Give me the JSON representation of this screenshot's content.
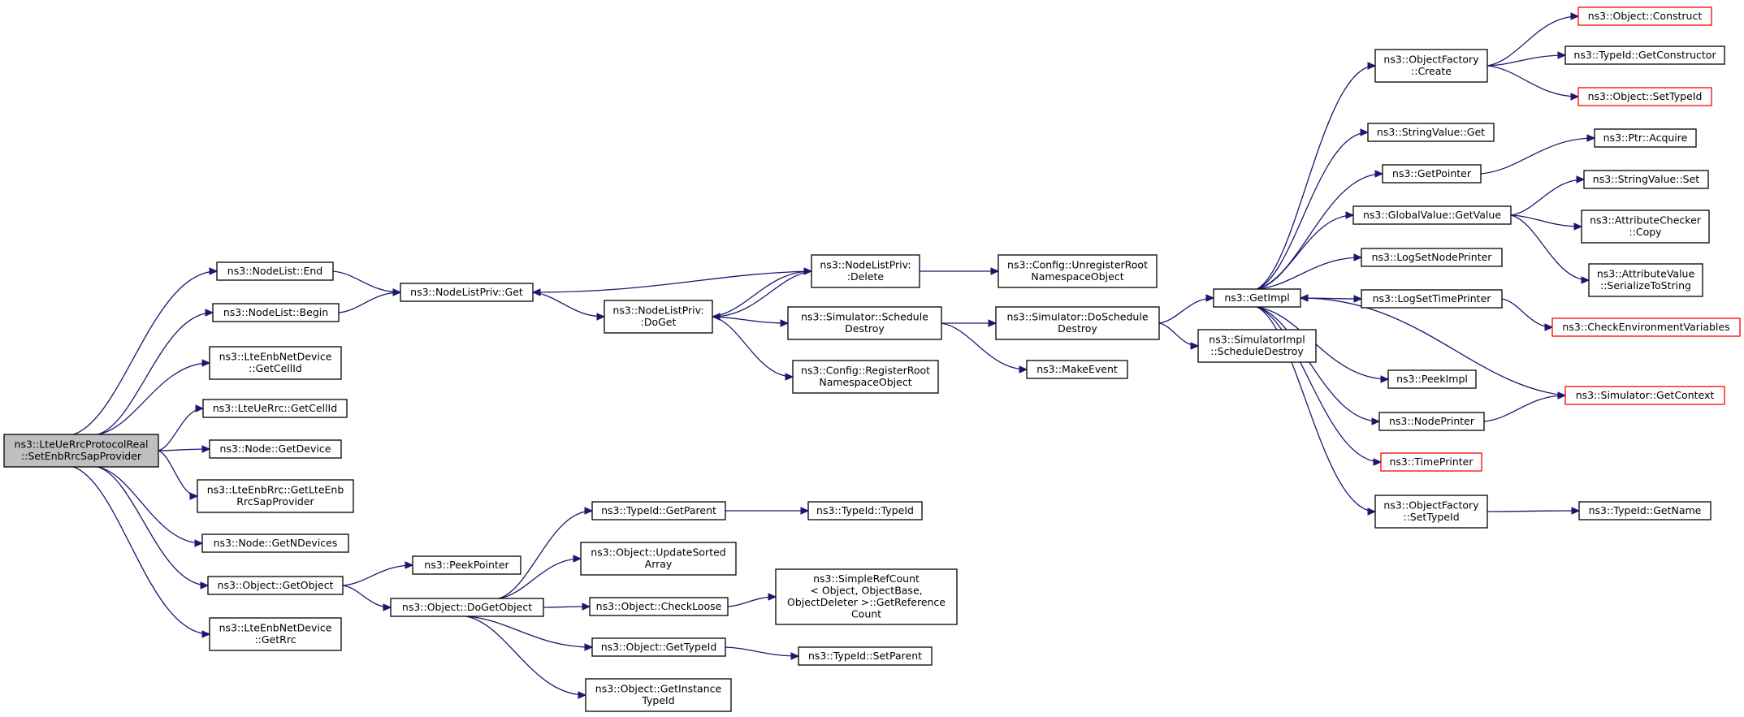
{
  "colors": {
    "edge": "#191970",
    "node_border": "#000000",
    "node_border_truncated": "#ff0000",
    "root_fill": "#bfbfbf"
  },
  "nodes": [
    {
      "id": "root",
      "lines": [
        "ns3::LteUeRrcProtocolReal",
        "::SetEnbRrcSapProvider"
      ],
      "style": "root"
    },
    {
      "id": "nl_end",
      "lines": [
        "ns3::NodeList::End"
      ]
    },
    {
      "id": "nl_begin",
      "lines": [
        "ns3::NodeList::Begin"
      ]
    },
    {
      "id": "enb_cellid",
      "lines": [
        "ns3::LteEnbNetDevice",
        "::GetCellId"
      ]
    },
    {
      "id": "uerrc_cellid",
      "lines": [
        "ns3::LteUeRrc::GetCellId"
      ]
    },
    {
      "id": "node_getdevice",
      "lines": [
        "ns3::Node::GetDevice"
      ]
    },
    {
      "id": "enbrrc_getsap",
      "lines": [
        "ns3::LteEnbRrc::GetLteEnb",
        "RrcSapProvider"
      ]
    },
    {
      "id": "node_getndev",
      "lines": [
        "ns3::Node::GetNDevices"
      ]
    },
    {
      "id": "obj_getobject",
      "lines": [
        "ns3::Object::GetObject"
      ]
    },
    {
      "id": "enb_getrrc",
      "lines": [
        "ns3::LteEnbNetDevice",
        "::GetRrc"
      ]
    },
    {
      "id": "nlp_get",
      "lines": [
        "ns3::NodeListPriv::Get"
      ]
    },
    {
      "id": "peekpointer",
      "lines": [
        "ns3::PeekPointer"
      ]
    },
    {
      "id": "obj_dogetobject",
      "lines": [
        "ns3::Object::DoGetObject"
      ]
    },
    {
      "id": "nlp_doget",
      "lines": [
        "ns3::NodeListPriv:",
        ":DoGet"
      ]
    },
    {
      "id": "nlp_delete",
      "lines": [
        "ns3::NodeListPriv:",
        ":Delete"
      ]
    },
    {
      "id": "sim_schedule_destroy",
      "lines": [
        "ns3::Simulator::Schedule",
        "Destroy"
      ]
    },
    {
      "id": "cfg_register",
      "lines": [
        "ns3::Config::RegisterRoot",
        "NamespaceObject"
      ]
    },
    {
      "id": "cfg_unregister",
      "lines": [
        "ns3::Config::UnregisterRoot",
        "NamespaceObject"
      ]
    },
    {
      "id": "sim_doschedule_destroy",
      "lines": [
        "ns3::Simulator::DoSchedule",
        "Destroy"
      ]
    },
    {
      "id": "makeevent",
      "lines": [
        "ns3::MakeEvent"
      ]
    },
    {
      "id": "getimpl",
      "lines": [
        "ns3::GetImpl"
      ]
    },
    {
      "id": "simimpl_sd",
      "lines": [
        "ns3::SimulatorImpl",
        "::ScheduleDestroy"
      ]
    },
    {
      "id": "tid_getparent",
      "lines": [
        "ns3::TypeId::GetParent"
      ]
    },
    {
      "id": "tid_typeid",
      "lines": [
        "ns3::TypeId::TypeId"
      ]
    },
    {
      "id": "obj_updatesorted",
      "lines": [
        "ns3::Object::UpdateSorted",
        "Array"
      ]
    },
    {
      "id": "obj_checkloose",
      "lines": [
        "ns3::Object::CheckLoose"
      ]
    },
    {
      "id": "simplerefcount",
      "lines": [
        "ns3::SimpleRefCount",
        "< Object, ObjectBase,",
        " ObjectDeleter >::GetReference",
        "Count"
      ]
    },
    {
      "id": "obj_gettypeid",
      "lines": [
        "ns3::Object::GetTypeId"
      ]
    },
    {
      "id": "tid_setparent",
      "lines": [
        "ns3::TypeId::SetParent"
      ]
    },
    {
      "id": "obj_getinstance",
      "lines": [
        "ns3::Object::GetInstance",
        "TypeId"
      ]
    },
    {
      "id": "of_create",
      "lines": [
        "ns3::ObjectFactory",
        "::Create"
      ]
    },
    {
      "id": "obj_construct",
      "lines": [
        "ns3::Object::Construct"
      ],
      "style": "red"
    },
    {
      "id": "tid_getconstructor",
      "lines": [
        "ns3::TypeId::GetConstructor"
      ]
    },
    {
      "id": "obj_settypeid",
      "lines": [
        "ns3::Object::SetTypeId"
      ],
      "style": "red"
    },
    {
      "id": "stringvalue_get",
      "lines": [
        "ns3::StringValue::Get"
      ]
    },
    {
      "id": "getpointer",
      "lines": [
        "ns3::GetPointer"
      ]
    },
    {
      "id": "ptr_acquire",
      "lines": [
        "ns3::Ptr::Acquire"
      ]
    },
    {
      "id": "gv_getvalue",
      "lines": [
        "ns3::GlobalValue::GetValue"
      ]
    },
    {
      "id": "stringvalue_set",
      "lines": [
        "ns3::StringValue::Set"
      ]
    },
    {
      "id": "attrchecker_copy",
      "lines": [
        "ns3::AttributeChecker",
        "::Copy"
      ]
    },
    {
      "id": "attrvalue_ser",
      "lines": [
        "ns3::AttributeValue",
        "::SerializeToString"
      ]
    },
    {
      "id": "logsetnodeprinter",
      "lines": [
        "ns3::LogSetNodePrinter"
      ]
    },
    {
      "id": "logsettimeprinter",
      "lines": [
        "ns3::LogSetTimePrinter"
      ]
    },
    {
      "id": "checkenv",
      "lines": [
        "ns3::CheckEnvironmentVariables"
      ],
      "style": "red"
    },
    {
      "id": "peekimpl",
      "lines": [
        "ns3::PeekImpl"
      ]
    },
    {
      "id": "sim_getcontext",
      "lines": [
        "ns3::Simulator::GetContext"
      ],
      "style": "red"
    },
    {
      "id": "nodeprinter",
      "lines": [
        "ns3::NodePrinter"
      ]
    },
    {
      "id": "timeprinter",
      "lines": [
        "ns3::TimePrinter"
      ],
      "style": "red"
    },
    {
      "id": "of_settypeid",
      "lines": [
        "ns3::ObjectFactory",
        "::SetTypeId"
      ]
    },
    {
      "id": "tid_getname",
      "lines": [
        "ns3::TypeId::GetName"
      ]
    }
  ],
  "edges": [
    [
      "root",
      "nl_end"
    ],
    [
      "root",
      "nl_begin"
    ],
    [
      "root",
      "enb_cellid"
    ],
    [
      "root",
      "uerrc_cellid"
    ],
    [
      "root",
      "node_getdevice"
    ],
    [
      "root",
      "enbrrc_getsap"
    ],
    [
      "root",
      "node_getndev"
    ],
    [
      "root",
      "obj_getobject"
    ],
    [
      "root",
      "enb_getrrc"
    ],
    [
      "nl_end",
      "nlp_get"
    ],
    [
      "nl_begin",
      "nlp_get"
    ],
    [
      "obj_getobject",
      "peekpointer"
    ],
    [
      "obj_getobject",
      "obj_dogetobject"
    ],
    [
      "nlp_get",
      "nlp_doget"
    ],
    [
      "nlp_delete",
      "nlp_get"
    ],
    [
      "nlp_doget",
      "nlp_delete"
    ],
    [
      "nlp_delete",
      "nlp_doget"
    ],
    [
      "nlp_doget",
      "sim_schedule_destroy"
    ],
    [
      "nlp_doget",
      "cfg_register"
    ],
    [
      "nlp_delete",
      "cfg_unregister"
    ],
    [
      "sim_schedule_destroy",
      "sim_doschedule_destroy"
    ],
    [
      "sim_schedule_destroy",
      "makeevent"
    ],
    [
      "sim_doschedule_destroy",
      "getimpl"
    ],
    [
      "sim_doschedule_destroy",
      "simimpl_sd"
    ],
    [
      "obj_dogetobject",
      "tid_getparent"
    ],
    [
      "obj_dogetobject",
      "obj_updatesorted"
    ],
    [
      "obj_dogetobject",
      "obj_checkloose"
    ],
    [
      "obj_dogetobject",
      "obj_gettypeid"
    ],
    [
      "obj_dogetobject",
      "obj_getinstance"
    ],
    [
      "tid_getparent",
      "tid_typeid"
    ],
    [
      "obj_checkloose",
      "simplerefcount"
    ],
    [
      "obj_gettypeid",
      "tid_setparent"
    ],
    [
      "getimpl",
      "of_create"
    ],
    [
      "getimpl",
      "stringvalue_get"
    ],
    [
      "getimpl",
      "getpointer"
    ],
    [
      "getimpl",
      "gv_getvalue"
    ],
    [
      "getimpl",
      "logsetnodeprinter"
    ],
    [
      "getimpl",
      "logsettimeprinter"
    ],
    [
      "getimpl",
      "peekimpl"
    ],
    [
      "getimpl",
      "nodeprinter"
    ],
    [
      "getimpl",
      "timeprinter"
    ],
    [
      "getimpl",
      "of_settypeid"
    ],
    [
      "of_create",
      "obj_construct"
    ],
    [
      "of_create",
      "tid_getconstructor"
    ],
    [
      "of_create",
      "obj_settypeid"
    ],
    [
      "getpointer",
      "ptr_acquire"
    ],
    [
      "gv_getvalue",
      "stringvalue_set"
    ],
    [
      "gv_getvalue",
      "attrchecker_copy"
    ],
    [
      "gv_getvalue",
      "attrvalue_ser"
    ],
    [
      "logsettimeprinter",
      "checkenv"
    ],
    [
      "nodeprinter",
      "sim_getcontext"
    ],
    [
      "sim_getcontext",
      "getimpl"
    ],
    [
      "of_settypeid",
      "tid_getname"
    ]
  ]
}
